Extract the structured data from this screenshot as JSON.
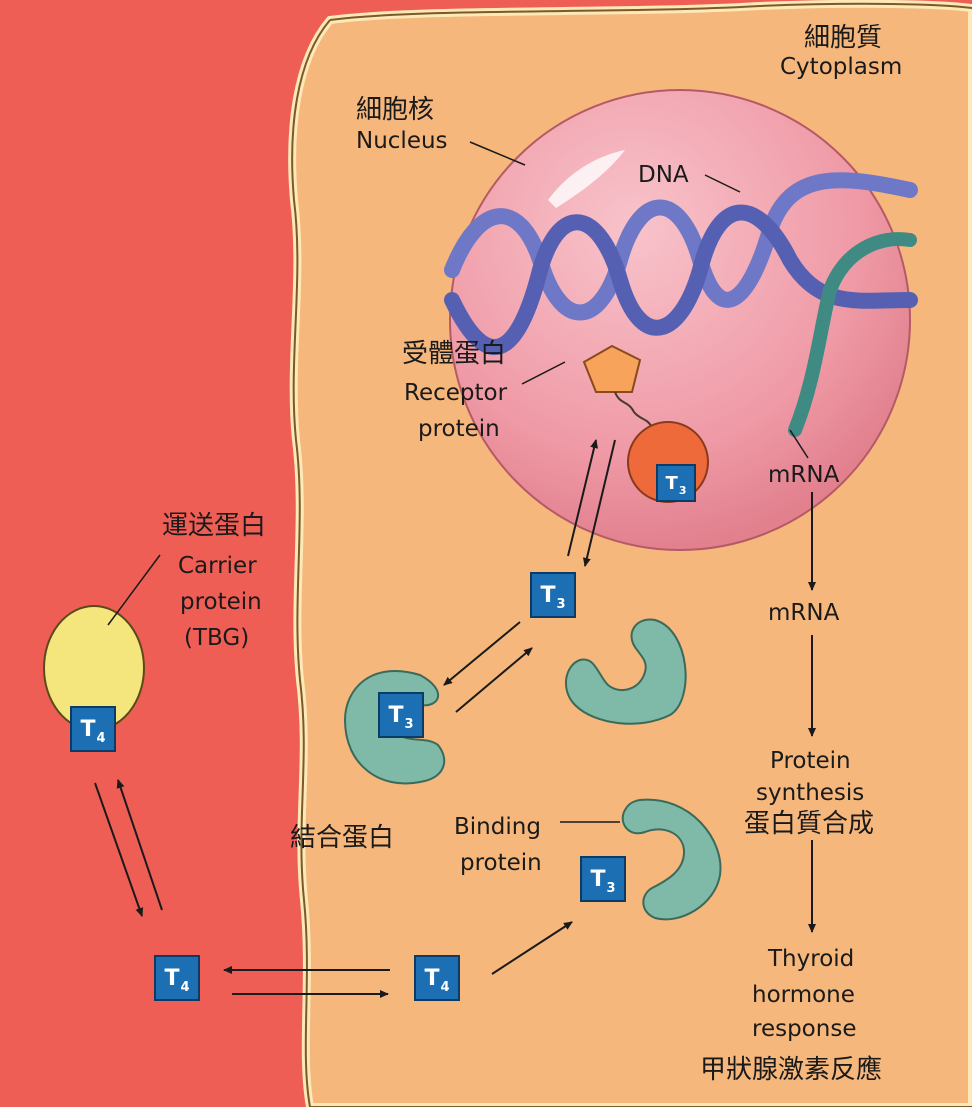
{
  "labels": {
    "cytoplasm_zh": "細胞質",
    "cytoplasm_en": "Cytoplasm",
    "nucleus_zh": "細胞核",
    "nucleus_en": "Nucleus",
    "dna": "DNA",
    "receptor_zh": "受體蛋白",
    "receptor_en_1": "Receptor",
    "receptor_en_2": "protein",
    "mrna_1": "mRNA",
    "mrna_2": "mRNA",
    "carrier_zh": "運送蛋白",
    "carrier_en_1": "Carrier",
    "carrier_en_2": "protein",
    "carrier_en_3": "(TBG)",
    "protein_synthesis_1": "Protein",
    "protein_synthesis_2": "synthesis",
    "protein_synthesis_zh": "蛋白質合成",
    "binding_zh": "結合蛋白",
    "binding_en_1": "Binding",
    "binding_en_2": "protein",
    "response_1": "Thyroid",
    "response_2": "hormone",
    "response_3": "response",
    "response_zh": "甲狀腺激素反應"
  },
  "hormones": {
    "t4": {
      "letter": "T",
      "sub": "4"
    },
    "t3": {
      "letter": "T",
      "sub": "3"
    }
  },
  "colors": {
    "blood": "#ee5e55",
    "cell": "#f6b77c",
    "cell_border": "#7a5a28",
    "nucleus": "#f2a0ab",
    "dna": "#6e78c6",
    "mrna": "#3f8a82",
    "receptor_head": "#f7a35c",
    "receptor_body": "#ee6a3a",
    "binding_protein": "#7fb9a8",
    "carrier": "#f4e67c",
    "hormone_box": "#1c6fb3"
  }
}
